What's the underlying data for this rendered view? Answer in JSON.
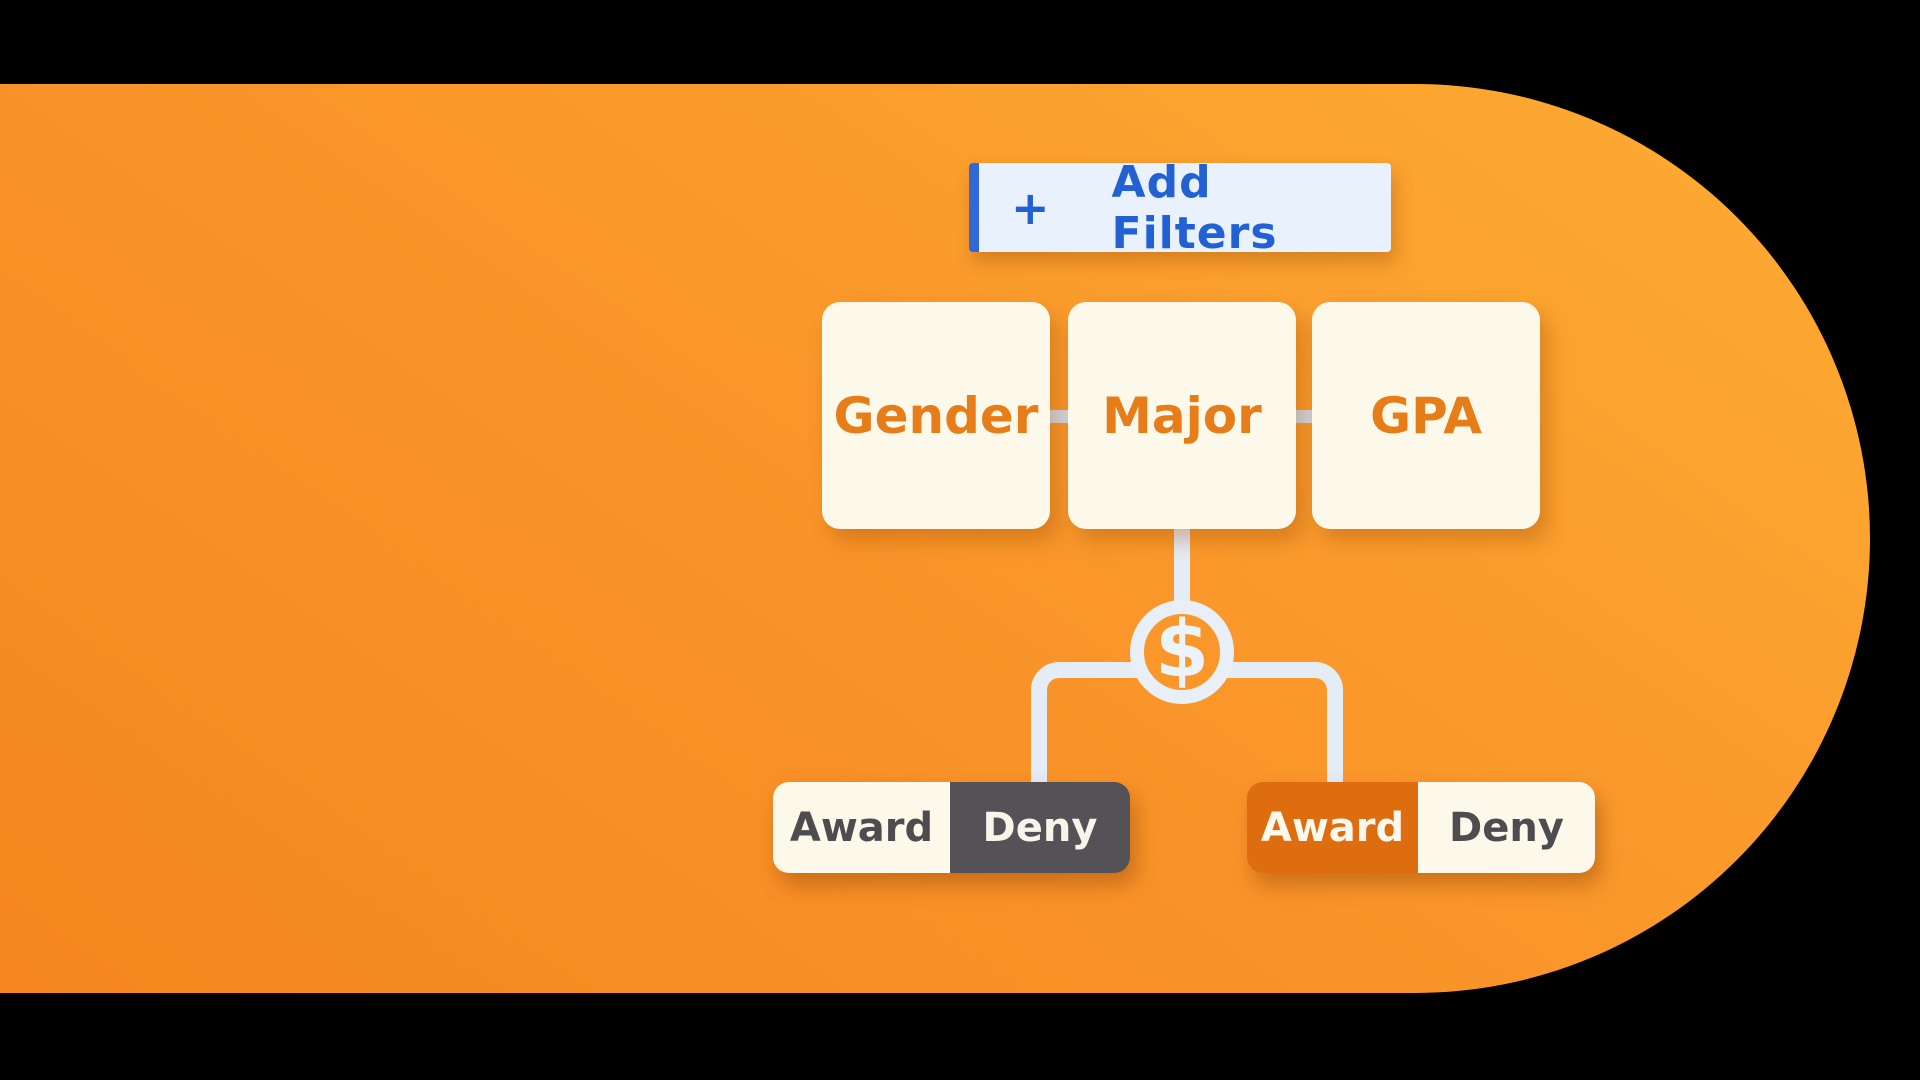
{
  "panel": {
    "gradient_start": "#f5861f",
    "gradient_end": "#fdac33",
    "backdrop": "#000000"
  },
  "add_filters_button": {
    "plus": "+",
    "label": "Add Filters",
    "text_color": "#2261d3",
    "bg_color": "#e9f1fc",
    "accent_bar_color": "#2e68d9"
  },
  "filter_nodes": [
    {
      "label": "Gender"
    },
    {
      "label": "Major"
    },
    {
      "label": "GPA"
    }
  ],
  "money_node": {
    "symbol": "$",
    "ring_color": "#e8eff7"
  },
  "connectors": {
    "box_link_color": "#d3dce8",
    "branch_color": "#e4ecf5"
  },
  "toggles": [
    {
      "side": "left",
      "options": [
        {
          "label": "Award",
          "selected": false
        },
        {
          "label": "Deny",
          "selected": true
        }
      ],
      "selected_color": "#545256"
    },
    {
      "side": "right",
      "options": [
        {
          "label": "Award",
          "selected": true
        },
        {
          "label": "Deny",
          "selected": false
        }
      ],
      "selected_color": "#de6d0f"
    }
  ],
  "colors": {
    "node_bg_cream": "#fdf9ea",
    "node_text_orange": "#e67d19",
    "toggle_text_dark": "#4d4d4f",
    "toggle_dark_bg": "#545256",
    "toggle_award_orange": "#de6d0f"
  }
}
